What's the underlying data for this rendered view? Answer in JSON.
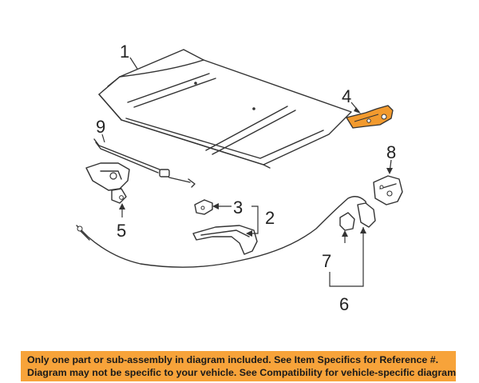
{
  "diagram": {
    "highlight_color": "#f29a2e",
    "callouts": {
      "c1": "1",
      "c2": "2",
      "c3": "3",
      "c4": "4",
      "c5": "5",
      "c6": "6",
      "c7": "7",
      "c8": "8",
      "c9": "9"
    }
  },
  "banner": {
    "line1": "Only one part or sub-assembly in diagram included. See Item Specifics for Reference #.",
    "line2": "Diagram may not be specific to your vehicle. See Compatibility for vehicle-specific diagrams.",
    "background": "#f7a33a"
  }
}
